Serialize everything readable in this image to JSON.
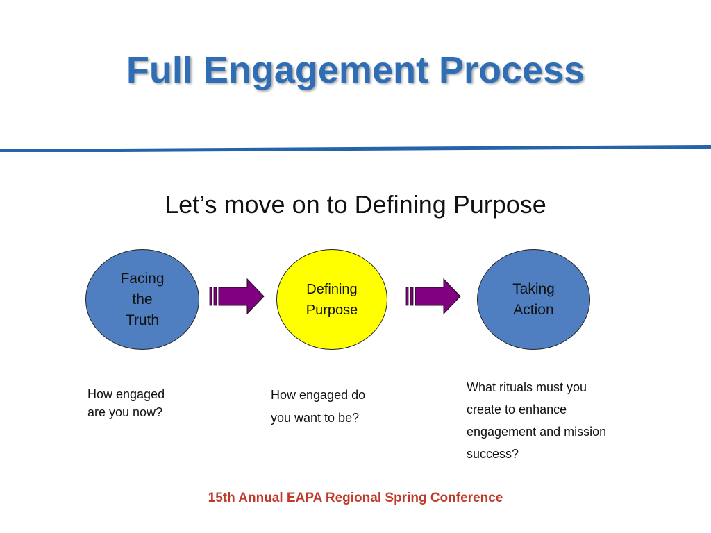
{
  "title": "Full Engagement Process",
  "subtitle": "Let’s move on to Defining Purpose",
  "steps": [
    {
      "label": "Facing\nthe\nTruth",
      "color": "#4f7fc0"
    },
    {
      "label": "Defining\nPurpose",
      "color": "#ffff00"
    },
    {
      "label": "Taking\nAction",
      "color": "#4f7fc0"
    }
  ],
  "questions": [
    "How engaged\nare you now?",
    "How engaged do\nyou want to be?",
    "What rituals must you\ncreate to enhance\nengagement and mission\nsuccess?"
  ],
  "footer": "15th Annual EAPA Regional Spring Conference",
  "colors": {
    "title": "#2f6db5",
    "rule": "#2563ab",
    "arrow": "#800080",
    "footer": "#c0392b"
  }
}
